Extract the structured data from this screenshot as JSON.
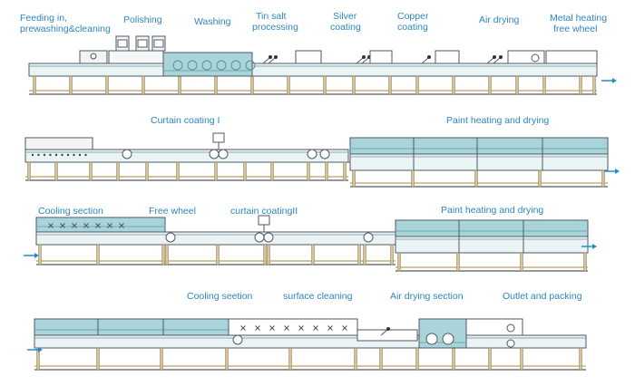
{
  "colors": {
    "label": "#2e86c1",
    "arrow": "#1f8fc8",
    "leg": "#d7c39a",
    "line": "#4d5a66",
    "top": "#a9d4da"
  },
  "row1": {
    "feeding": "Feeding in,",
    "prewash": "prewashing&cleaning",
    "polishing": "Polishing",
    "washing": "Washing",
    "tin1": "Tin salt",
    "tin2": "processing",
    "silver1": "Silver",
    "silver2": "coating",
    "copper1": "Copper",
    "copper2": "coating",
    "air": "Air drying",
    "metal1": "Metal heating",
    "metal2": "free wheel"
  },
  "row2": {
    "curtain": "Curtain coating I",
    "paint": "Paint heating and drying"
  },
  "row3": {
    "cooling": "Cooling section",
    "free": "Free wheel",
    "curtain2": "curtain coatingII",
    "paint2": "Paint heating and drying"
  },
  "row4": {
    "cooling2": "Cooling seetion",
    "surface": "surface cleaning",
    "airsec": "Air drying section",
    "outlet": "Outlet and packing"
  },
  "icons": [
    "flow-arrow-icon",
    "roller-icon",
    "spray-nozzle-icon",
    "coating-head-icon",
    "fan-icon",
    "brush-head-icon"
  ]
}
